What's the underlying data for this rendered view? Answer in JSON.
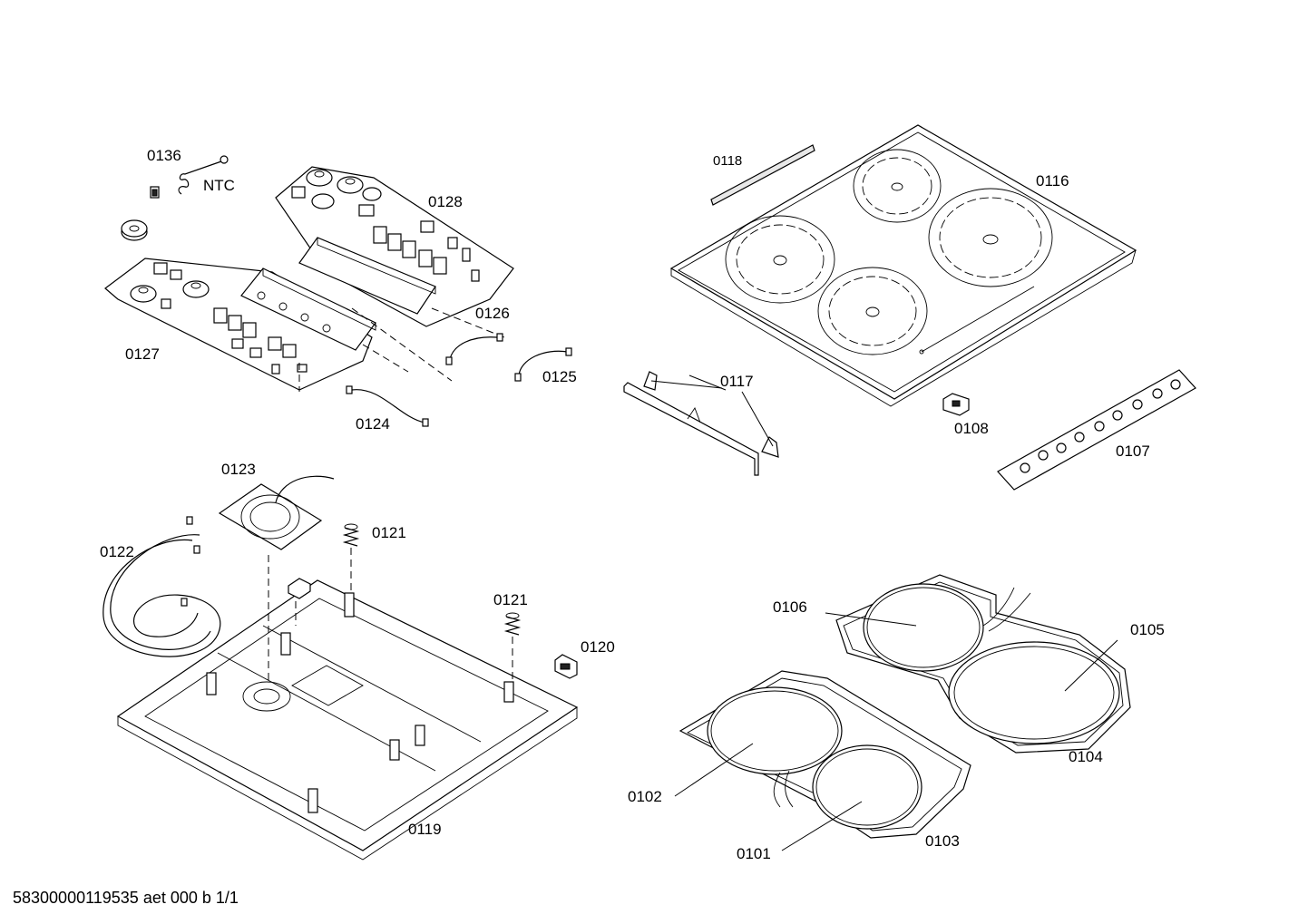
{
  "labels": {
    "p0136": "0136",
    "ntc": "NTC",
    "p0128": "0128",
    "p0127": "0127",
    "p0126": "0126",
    "p0125": "0125",
    "p0124": "0124",
    "p0118": "0118",
    "p0116": "0116",
    "p0117": "0117",
    "p0108": "0108",
    "p0107": "0107",
    "p0123": "0123",
    "p0121a": "0121",
    "p0121b": "0121",
    "p0122": "0122",
    "p0120": "0120",
    "p0119": "0119",
    "p0106": "0106",
    "p0105": "0105",
    "p0104": "0104",
    "p0102": "0102",
    "p0101": "0101",
    "p0103": "0103"
  },
  "footer": "58300000119535 aet 000 b 1/1"
}
